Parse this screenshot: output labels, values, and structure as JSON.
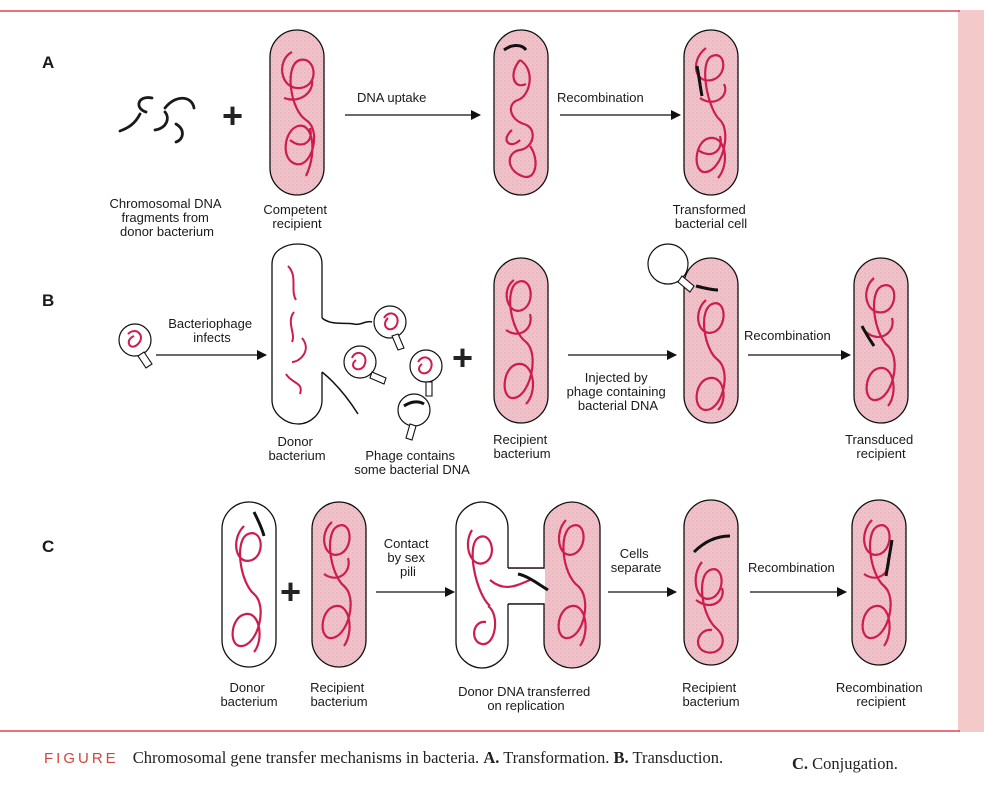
{
  "panels": {
    "a": {
      "letter": "A",
      "donor_label": [
        "Chromosomal DNA",
        "fragments from",
        "donor bacterium"
      ],
      "recipient_label": [
        "Competent",
        "recipient"
      ],
      "arrow1_label": "DNA uptake",
      "arrow2_label": "Recombination",
      "result_label": [
        "Transformed",
        "bacterial cell"
      ]
    },
    "b": {
      "letter": "B",
      "infect_label": [
        "Bacteriophage",
        "infects"
      ],
      "donor_label": [
        "Donor",
        "bacterium"
      ],
      "phage_label": [
        "Phage contains",
        "some bacterial DNA"
      ],
      "recipient_label": [
        "Recipient",
        "bacterium"
      ],
      "inject_label": [
        "Injected by",
        "phage containing",
        "bacterial DNA"
      ],
      "arrow2_label": "Recombination",
      "result_label": [
        "Transduced",
        "recipient"
      ]
    },
    "c": {
      "letter": "C",
      "donor_label": [
        "Donor",
        "bacterium"
      ],
      "recipient_label": [
        "Recipient",
        "bacterium"
      ],
      "contact_label": [
        "Contact",
        "by sex",
        "pili"
      ],
      "transfer_label": [
        "Donor DNA transferred",
        "on replication"
      ],
      "separate_label": [
        "Cells",
        "separate"
      ],
      "recipient2_label": [
        "Recipient",
        "bacterium"
      ],
      "arrow3_label": "Recombination",
      "result_label": [
        "Recombination",
        "recipient"
      ]
    }
  },
  "caption": {
    "figure_word": "FIGURE",
    "text": "Chromosomal gene transfer mechanisms in bacteria.",
    "a_bold": "A.",
    "a_text": "Transformation.",
    "b_bold": "B.",
    "b_text": "Transduction.",
    "c_bold": "C.",
    "c_text": "Conjugation."
  },
  "colors": {
    "cell_fill": "#f2c4cb",
    "dna_red": "#cc1d4e",
    "frame_rule": "#d9475a",
    "side_band": "#f4c9c9"
  }
}
